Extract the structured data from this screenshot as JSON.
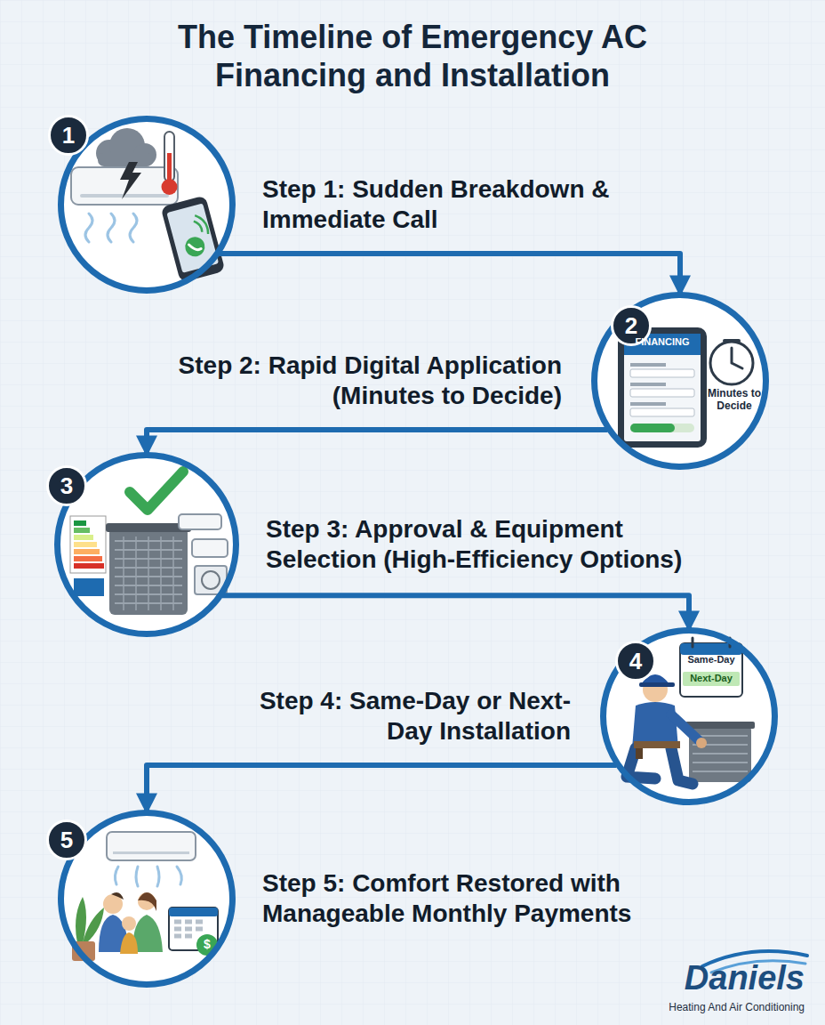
{
  "diagram": {
    "title": "The Timeline of Emergency AC Financing and Installation",
    "nodes": [
      {
        "text": [
          "Step 1: Sudden Breakdown & Immediate Call"
        ]
      },
      {
        "text": [
          "1"
        ],
        "in": 0
      },
      {
        "text": [
          "Step 2: Rapid Digital Application (Minutes to Decide)"
        ]
      },
      {
        "text": [
          "2"
        ],
        "in": 2
      },
      {
        "text": [
          "Step 3: Approval & Equipment Selection (High-Efficiency Options)"
        ]
      },
      {
        "text": [
          "3"
        ],
        "in": 4
      },
      {
        "text": [
          "Step 4: Same-Day or Next-Day Installation"
        ]
      },
      {
        "text": [
          "4"
        ],
        "in": 6
      },
      {
        "text": [
          "Step 5: Comfort Restored with Manageable Monthly Payments"
        ]
      },
      {
        "text": [
          "5"
        ],
        "in": 8
      }
    ],
    "edges": [
      {
        "from": 0,
        "to": 2,
        "arrow": "to"
      },
      {
        "from": 2,
        "to": 4,
        "arrow": "to"
      },
      {
        "from": 4,
        "to": 6,
        "arrow": "to"
      },
      {
        "from": 6,
        "to": 8,
        "arrow": "to"
      }
    ],
    "labels": [
      "FINANCING",
      "Minutes to Decide",
      "Same-Day",
      "Next-Day",
      "$",
      "Daniels",
      "Heating And Air Conditioning"
    ]
  }
}
